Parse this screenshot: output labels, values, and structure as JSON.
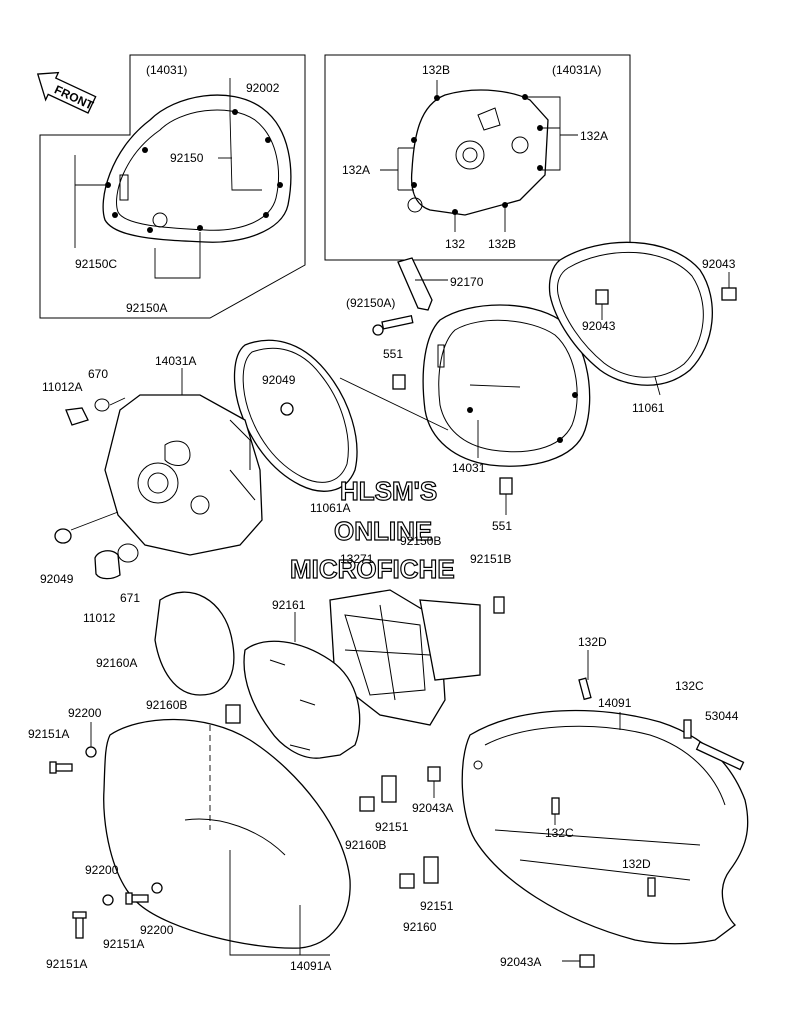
{
  "inset_left": {
    "ref": "(14031)",
    "labels": [
      "92002",
      "92150",
      "92150C",
      "92150A"
    ]
  },
  "inset_right": {
    "ref": "(14031A)",
    "labels": [
      "132B",
      "132A",
      "132A",
      "132",
      "132B"
    ]
  },
  "front_arrow": "FRONT",
  "watermark": [
    "HLSM'S",
    "ONLINE",
    "MICROFICHE"
  ],
  "labels": {
    "p92170": "92170",
    "p92150A_paren": "(92150A)",
    "p551_a": "551",
    "p92043_a": "92043",
    "p92043_b": "92043",
    "p11061": "11061",
    "p14031": "14031",
    "p551_b": "551",
    "p14031A": "14031A",
    "p670": "670",
    "p11012A": "11012A",
    "p92049_a": "92049",
    "p11061A": "11061A",
    "p92150B": "92150B",
    "p13271": "13271",
    "p92151B": "92151B",
    "p92049_b": "92049",
    "p671": "671",
    "p11012": "11012",
    "p92161": "92161",
    "p92160A": "92160A",
    "p92160B_a": "92160B",
    "p92200_a": "92200",
    "p92151A_a": "92151A",
    "p132D_a": "132D",
    "p14091": "14091",
    "p132C_a": "132C",
    "p53044": "53044",
    "p92043A_a": "92043A",
    "p92151_a": "92151",
    "p92160B_b": "92160B",
    "p132C_b": "132C",
    "p132D_b": "132D",
    "p92200_b": "92200",
    "p92200_c": "92200",
    "p92151A_b": "92151A",
    "p92151A_c": "92151A",
    "p92160": "92160",
    "p92151_b": "92151",
    "p14091A": "14091A",
    "p92043A_b": "92043A"
  }
}
